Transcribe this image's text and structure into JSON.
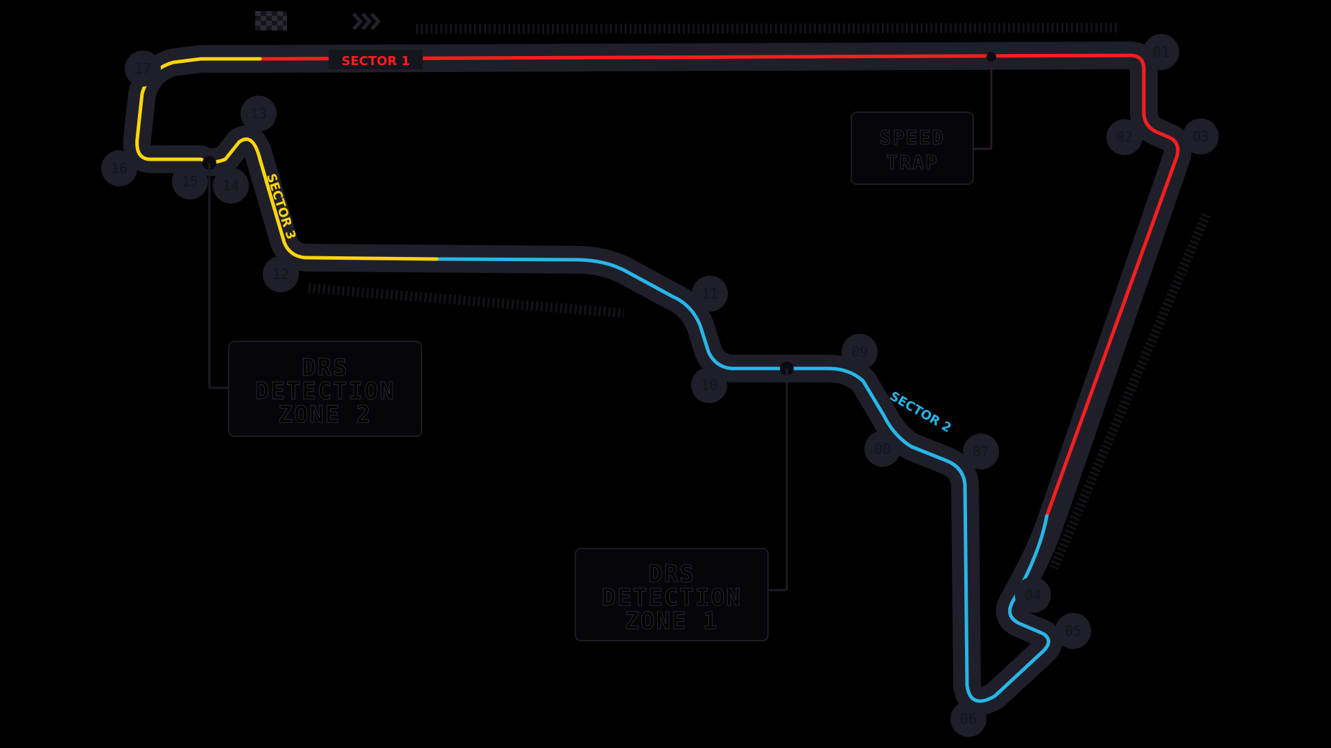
{
  "colors": {
    "background": "#000000",
    "track_outline": "#1f1f2a",
    "sector_1": "#ff1e1e",
    "sector_2": "#29b6e8",
    "sector_3": "#ffd60a",
    "label_box": "#05050a",
    "label_box_border": "#1c1c24"
  },
  "sectors": [
    {
      "label": "SECTOR 1",
      "color": "#ff1e1e"
    },
    {
      "label": "SECTOR 2",
      "color": "#29b6e8"
    },
    {
      "label": "SECTOR 3",
      "color": "#ffd60a"
    }
  ],
  "turns": [
    "01",
    "02",
    "03",
    "04",
    "05",
    "06",
    "07",
    "08",
    "09",
    "10",
    "11",
    "12",
    "13",
    "14",
    "15",
    "16",
    "17"
  ],
  "labels": {
    "speed_trap": "SPEED TRAP",
    "drs_detection_1": [
      "DRS",
      "DETECTION",
      "ZONE 1"
    ],
    "drs_detection_2": [
      "DRS",
      "DETECTION",
      "ZONE 2"
    ]
  },
  "icons": [
    "start-finish-flag-icon",
    "direction-chevrons-icon"
  ]
}
